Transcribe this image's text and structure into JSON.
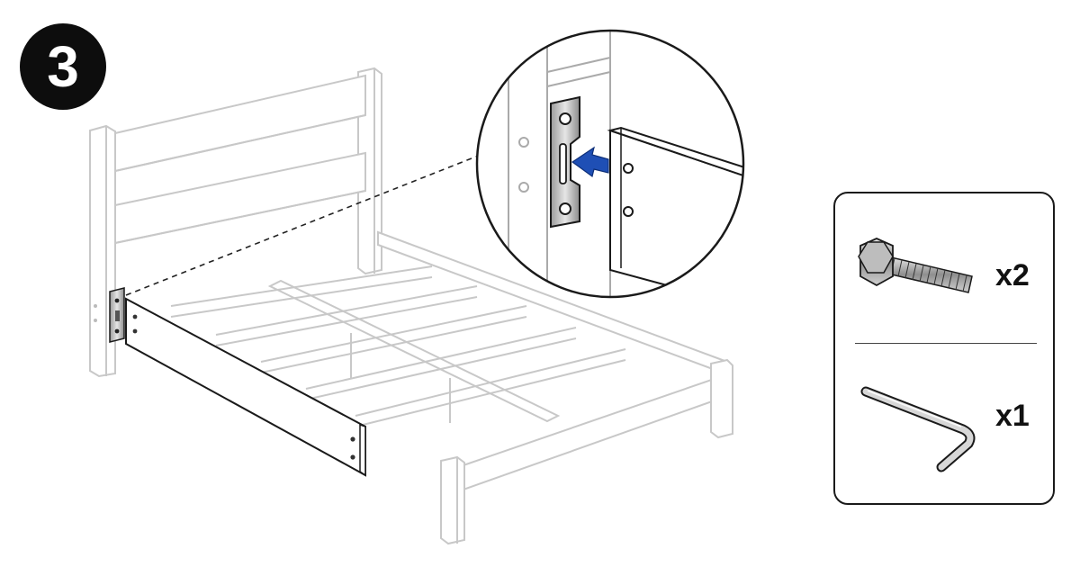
{
  "step": {
    "number": "3"
  },
  "parts": [
    {
      "icon": "hex-bolt-icon",
      "quantity": "x2"
    },
    {
      "icon": "allen-key-icon",
      "quantity": "x1"
    }
  ],
  "colors": {
    "arrow": "#1f4fb5",
    "badge": "#0d0d0d",
    "faded_line": "#c8c8c8",
    "dark_line": "#1a1a1a"
  }
}
